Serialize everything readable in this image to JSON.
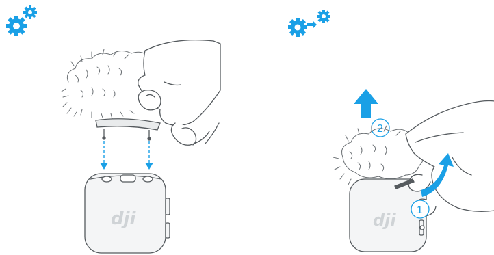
{
  "left_panel": {
    "icon": "gears-icon",
    "device_logo": "dji"
  },
  "right_panel": {
    "icon": "gears-arrow-icon",
    "step_labels": [
      "2",
      "1"
    ],
    "device_logo": "dji"
  },
  "colors": {
    "accent": "#1aa0e6",
    "line": "#555a5e",
    "device_fill": "#f4f5f6",
    "logo": "#cfd3d6"
  }
}
